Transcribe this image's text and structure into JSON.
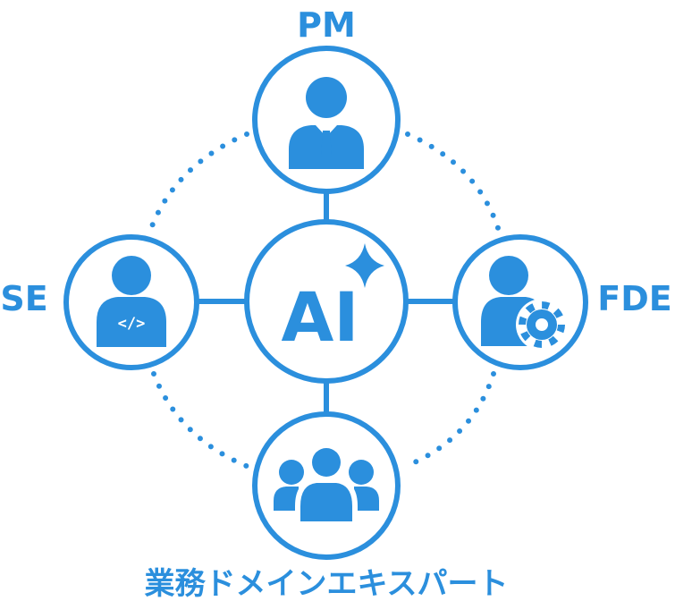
{
  "colors": {
    "accent": "#2b8fdd",
    "background": "#ffffff",
    "icon_detail": "#ffffff"
  },
  "center": {
    "label": "AI",
    "icon": "sparkle-icon"
  },
  "nodes": {
    "top": {
      "label": "PM",
      "icon": "businessperson-icon"
    },
    "left": {
      "label": "SE",
      "icon": "developer-icon",
      "badge": "</>"
    },
    "right": {
      "label": "FDE",
      "icon": "engineer-gear-icon"
    },
    "bottom": {
      "label": "業務ドメインエキスパート",
      "icon": "group-icon"
    }
  }
}
